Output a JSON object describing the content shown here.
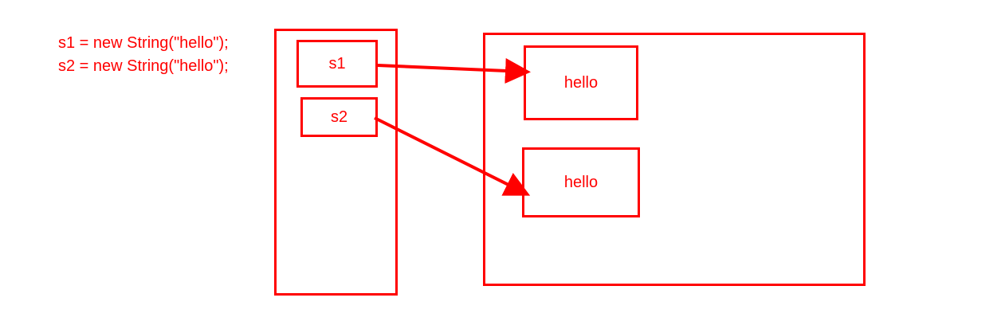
{
  "code": {
    "line1": "s1 = new String(\"hello\");",
    "line2": "s2 = new String(\"hello\");"
  },
  "stack": {
    "variables": [
      {
        "label": "s1"
      },
      {
        "label": "s2"
      }
    ]
  },
  "heap": {
    "objects": [
      {
        "label": "hello"
      },
      {
        "label": "hello"
      }
    ]
  },
  "references": [
    {
      "from": "s1",
      "to": "heap.objects.0"
    },
    {
      "from": "s2",
      "to": "heap.objects.1"
    }
  ],
  "colors": {
    "stroke": "#ff0000",
    "text": "#ff0000"
  }
}
